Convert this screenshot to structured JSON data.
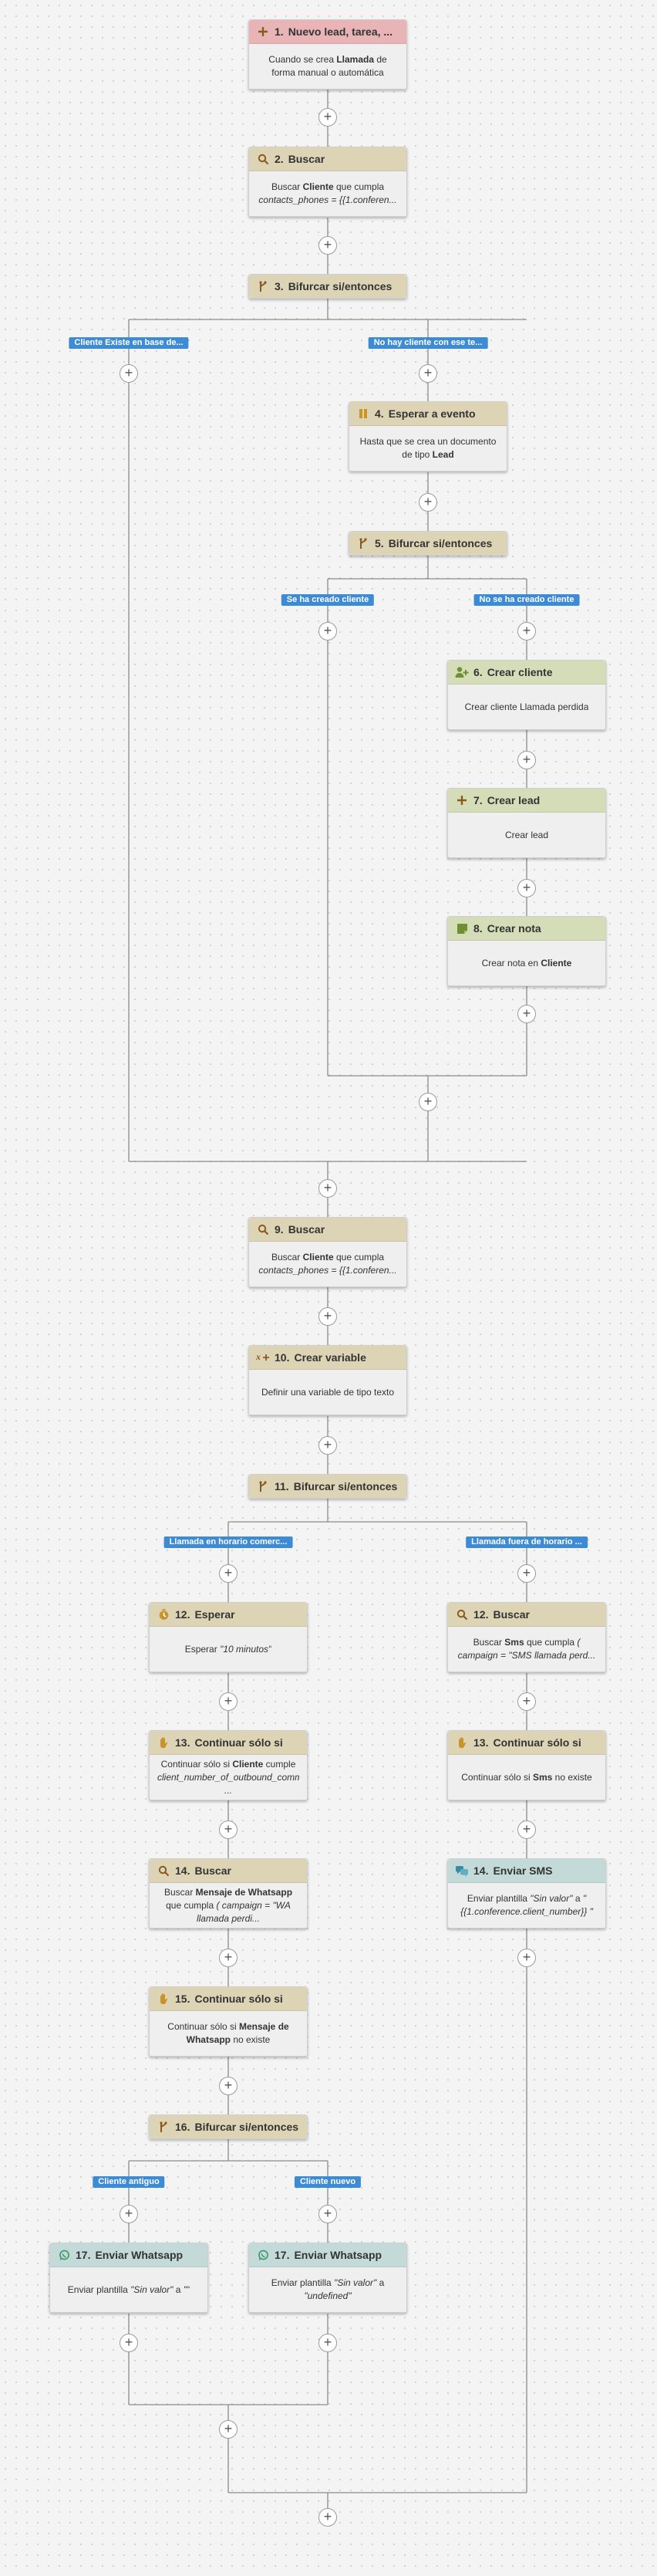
{
  "nodes": [
    {
      "id": "n1",
      "number": "1.",
      "title": "Nuevo lead, tarea, ...",
      "kind": "trigger",
      "icon": "plus-icon",
      "body_html": "Cuando se crea <b>Llamada</b> de forma manual o automática"
    },
    {
      "id": "n2",
      "number": "2.",
      "title": "Buscar",
      "kind": "search",
      "icon": "search-icon",
      "body_html": "Buscar <b>Cliente</b> que cumpla <i>contacts_phones = {{1.conferen...</i>"
    },
    {
      "id": "n3",
      "number": "3.",
      "title": "Bifurcar si/entonces",
      "kind": "branch",
      "icon": "branch-icon",
      "body_html": ""
    },
    {
      "id": "n4",
      "number": "4.",
      "title": "Esperar a evento",
      "kind": "wait",
      "icon": "pause-icon",
      "body_html": "Hasta que se crea un documento de tipo <b>Lead</b>"
    },
    {
      "id": "n5",
      "number": "5.",
      "title": "Bifurcar si/entonces",
      "kind": "branch",
      "icon": "branch-icon",
      "body_html": ""
    },
    {
      "id": "n6",
      "number": "6.",
      "title": "Crear cliente",
      "kind": "create",
      "icon": "add-user-icon",
      "body_html": "Crear cliente Llamada perdida"
    },
    {
      "id": "n7",
      "number": "7.",
      "title": "Crear lead",
      "kind": "create",
      "icon": "plus-icon",
      "body_html": "Crear lead"
    },
    {
      "id": "n8",
      "number": "8.",
      "title": "Crear nota",
      "kind": "create",
      "icon": "note-icon",
      "body_html": "Crear nota en <b>Cliente</b>"
    },
    {
      "id": "n9",
      "number": "9.",
      "title": "Buscar",
      "kind": "search",
      "icon": "search-icon",
      "body_html": "Buscar <b>Cliente</b> que cumpla <i>contacts_phones = {{1.conferen...</i>"
    },
    {
      "id": "n10",
      "number": "10.",
      "title": "Crear variable",
      "kind": "var",
      "icon": "variable-icon",
      "body_html": "Definir una variable de tipo texto"
    },
    {
      "id": "n11",
      "number": "11.",
      "title": "Bifurcar si/entonces",
      "kind": "branch",
      "icon": "branch-icon",
      "body_html": ""
    },
    {
      "id": "n12a",
      "number": "12.",
      "title": "Esperar",
      "kind": "wait",
      "icon": "clock-icon",
      "body_html": "Esperar <i>\"10 minutos\"</i>"
    },
    {
      "id": "n13a",
      "number": "13.",
      "title": "Continuar sólo si",
      "kind": "cont",
      "icon": "hand-icon",
      "body_html": "Continuar sólo si <b>Cliente</b> cumple <i>client_number_of_outbound_comm ...</i>"
    },
    {
      "id": "n14a",
      "number": "14.",
      "title": "Buscar",
      "kind": "search",
      "icon": "search-icon",
      "body_html": "Buscar <b>Mensaje de Whatsapp</b> que cumpla <i>( campaign = \"WA llamada perdi...</i>"
    },
    {
      "id": "n15",
      "number": "15.",
      "title": "Continuar sólo si",
      "kind": "cont",
      "icon": "hand-icon",
      "body_html": "Continuar sólo si <b>Mensaje de Whatsapp</b> no existe"
    },
    {
      "id": "n16",
      "number": "16.",
      "title": "Bifurcar si/entonces",
      "kind": "branch",
      "icon": "branch-icon",
      "body_html": ""
    },
    {
      "id": "n17a",
      "number": "17.",
      "title": "Enviar Whatsapp",
      "kind": "wa",
      "icon": "whatsapp-icon",
      "body_html": "Enviar plantilla <i>\"Sin valor\"</i> a <i>\"\"</i>"
    },
    {
      "id": "n17b",
      "number": "17.",
      "title": "Enviar Whatsapp",
      "kind": "wa",
      "icon": "whatsapp-icon",
      "body_html": "Enviar plantilla <i>\"Sin valor\"</i> a <i>\"undefined\"</i>"
    },
    {
      "id": "n12b",
      "number": "12.",
      "title": "Buscar",
      "kind": "search",
      "icon": "search-icon",
      "body_html": "Buscar <b>Sms</b> que cumpla <i>( campaign = \"SMS llamada perd...</i>"
    },
    {
      "id": "n13b",
      "number": "13.",
      "title": "Continuar sólo si",
      "kind": "cont",
      "icon": "hand-icon",
      "body_html": "Continuar sólo si <b>Sms</b> no existe"
    },
    {
      "id": "n14b",
      "number": "14.",
      "title": "Enviar SMS",
      "kind": "sms",
      "icon": "sms-icon",
      "body_html": "Enviar plantilla <i>\"Sin valor\"</i> a <i>\"{{1.conference.client_number}} \"</i>"
    }
  ],
  "branch_labels": [
    {
      "id": "b3l",
      "text": "Cliente Existe en base de..."
    },
    {
      "id": "b3r",
      "text": "No hay cliente con ese te..."
    },
    {
      "id": "b5l",
      "text": "Se ha creado cliente"
    },
    {
      "id": "b5r",
      "text": "No se ha creado cliente"
    },
    {
      "id": "b11l",
      "text": "Llamada en horario comerc..."
    },
    {
      "id": "b11r",
      "text": "Llamada fuera de horario ..."
    },
    {
      "id": "b16l",
      "text": "Cliente antiguo"
    },
    {
      "id": "b16r",
      "text": "Cliente nuevo"
    }
  ],
  "add_step_symbol": "+",
  "colors": {
    "trigger": "#e8b4b6",
    "step": "#ddd4b6",
    "create": "#d4dcb8",
    "send": "#c3dad8",
    "branch_label": "#3d8bd4",
    "line": "#8a8a8a"
  }
}
